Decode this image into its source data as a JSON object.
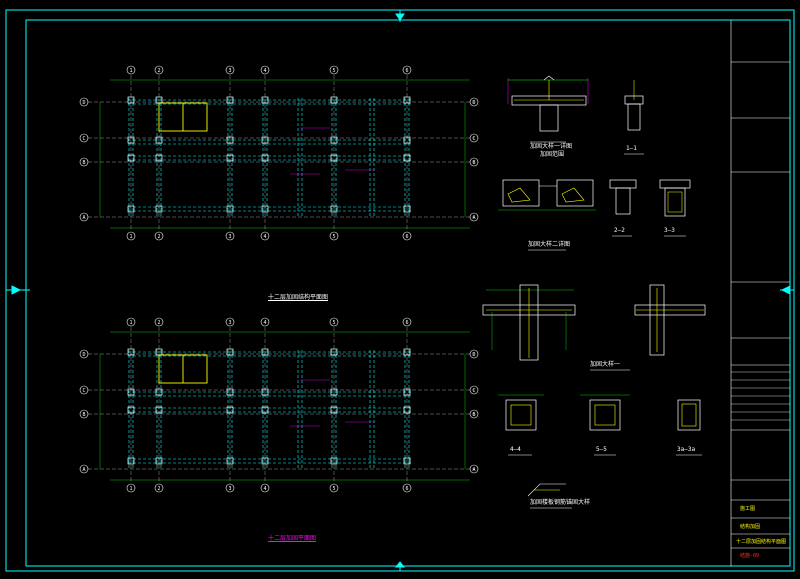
{
  "plans": {
    "plan_a": {
      "caption": "十二层加固结构平面图",
      "col_axes": [
        "1",
        "2",
        "3",
        "4",
        "5",
        "6"
      ],
      "row_axes": [
        "D",
        "C",
        "B",
        "A"
      ]
    },
    "plan_b": {
      "caption": "十二层加固平面图",
      "col_axes": [
        "1",
        "2",
        "3",
        "4",
        "5",
        "6"
      ],
      "row_axes": [
        "D",
        "C",
        "B",
        "A"
      ]
    }
  },
  "details": {
    "d1_caption": "加固大样一详图",
    "d1_sub": "加固范围",
    "d11_caption": "1—1",
    "d2_caption": "加固大样二详图",
    "d22_caption": "2—2",
    "d33_caption": "3—3",
    "d3_caption": "加固大样一",
    "d44_caption": "4—4",
    "d55_caption": "5—5",
    "d3a_caption": "3a—3a",
    "d_bottom_caption": "加固楼板钢筋锚固大样"
  },
  "title_block": {
    "project": "施工图",
    "stage": "结构加固",
    "sheet_title": "十二层加固结构平面图",
    "sheet_no": "结施-09"
  },
  "colors": {
    "frame": "#00ffff",
    "beam": "#00ffff",
    "reinforcement": "#ffff00",
    "dimension": "#00ff00",
    "annotation": "#ff00ff",
    "text": "#ffffff"
  }
}
